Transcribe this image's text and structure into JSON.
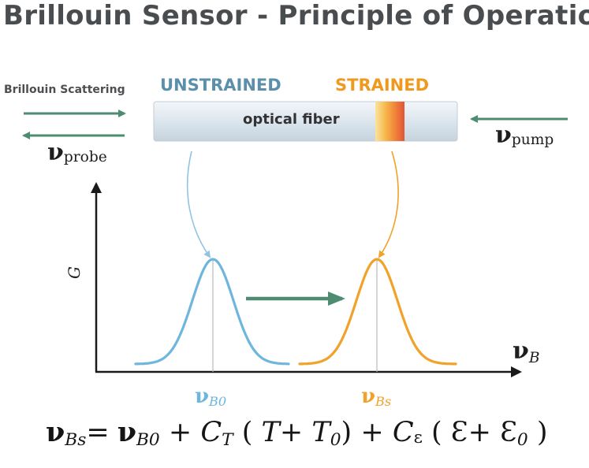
{
  "title": "Brillouin Sensor - Principle of Operation",
  "labels": {
    "scattering": "Brillouin Scattering",
    "unstrained": "UNSTRAINED",
    "strained": "STRAINED",
    "fiber": "optical fiber"
  },
  "symbols": {
    "nu": "ν",
    "probe_sub": "probe",
    "pump_sub": "pump",
    "gain_axis": "G",
    "freq_axis_sub": "B",
    "peak_unstrained_sub": "B0",
    "peak_strained_sub": "Bs"
  },
  "equation": {
    "lhs_sub": "Bs",
    "equals": "=",
    "term1_sub": "B0",
    "plus": "+",
    "coef_t": "C",
    "coef_t_sub": "T",
    "paren_open": "(",
    "paren_close": ")",
    "var_t": "T",
    "var_t0": "T",
    "var_t0_sub": "0",
    "coef_e": "C",
    "coef_e_sub": "ε",
    "var_e": "Ɛ",
    "var_e0": "Ɛ",
    "var_e0_sub": "0"
  },
  "colors": {
    "title": "#4a4d50",
    "unstrained": "#5b8fac",
    "strained": "#ef9a1f",
    "arrow_green": "#4e8c72",
    "curve_blue": "#6fb6dd",
    "curve_orange": "#f0a22a"
  }
}
